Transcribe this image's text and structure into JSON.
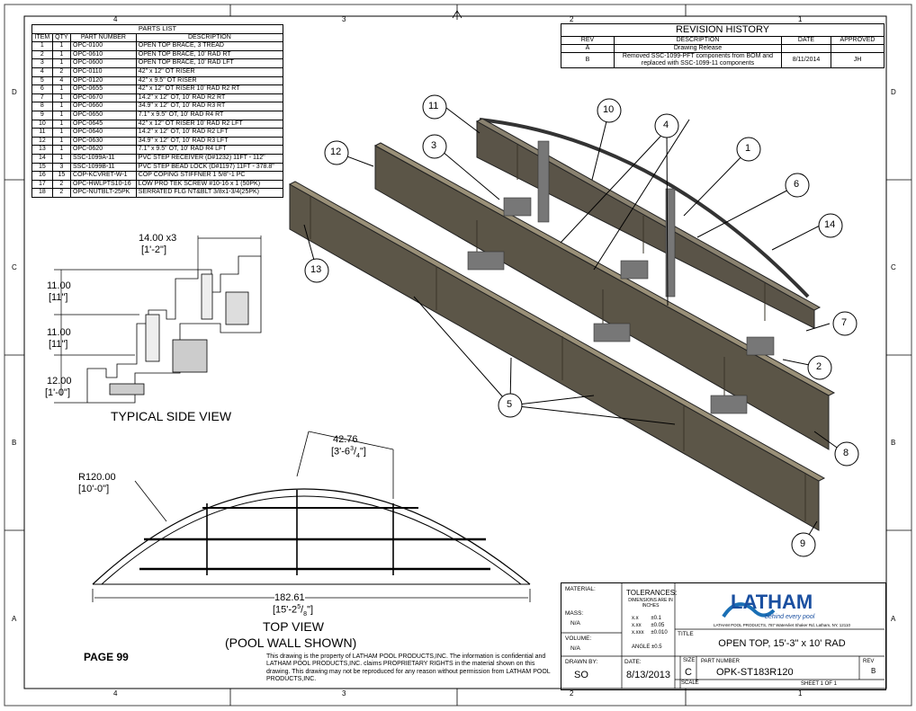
{
  "border": {
    "columns_top": [
      "4",
      "3",
      "2",
      "1"
    ],
    "columns_bottom": [
      "4",
      "3",
      "2",
      "1"
    ],
    "rows_left": [
      "D",
      "C",
      "B",
      "A"
    ],
    "rows_right": [
      "D",
      "C",
      "B",
      "A"
    ]
  },
  "parts_list": {
    "title": "PARTS LIST",
    "headers": [
      "ITEM",
      "QTY",
      "PART NUMBER",
      "DESCRIPTION"
    ],
    "rows": [
      [
        "1",
        "1",
        "OPC-0100",
        "OPEN TOP BRACE, 3 TREAD"
      ],
      [
        "2",
        "1",
        "OPC-0610",
        "OPEN TOP BRACE, 10' RAD RT"
      ],
      [
        "3",
        "1",
        "OPC-0600",
        "OPEN TOP BRACE, 10' RAD LFT"
      ],
      [
        "4",
        "2",
        "OPC-0110",
        "42\" x 12\" OT RISER"
      ],
      [
        "5",
        "4",
        "OPC-0120",
        "42\" x 9.5\" OT RISER"
      ],
      [
        "6",
        "1",
        "OPC-0655",
        "42\" x 12\" OT RISER 10' RAD R2 RT"
      ],
      [
        "7",
        "1",
        "OPC-0670",
        "14.2\" x 12\" OT, 10' RAD R2 RT"
      ],
      [
        "8",
        "1",
        "OPC-0660",
        "34.9\" x 12\" OT, 10' RAD R3 RT"
      ],
      [
        "9",
        "1",
        "OPC-0650",
        "7.1\" x 9.5\" OT, 10' RAD R4 RT"
      ],
      [
        "10",
        "1",
        "OPC-0645",
        "42\" x 12\" OT RISER 10' RAD R2 LFT"
      ],
      [
        "11",
        "1",
        "OPC-0640",
        "14.2\" x 12\" OT, 10' RAD R2 LFT"
      ],
      [
        "12",
        "1",
        "OPC-0630",
        "34.9\" x 12\" OT, 10' RAD R3 LFT"
      ],
      [
        "13",
        "1",
        "OPC-0620",
        "7.1\" x 9.5\" OT, 10' RAD R4 LFT"
      ],
      [
        "14",
        "1",
        "SSC-1099A-11",
        "PVC STEP RECEIVER (D#1232) 11FT - 112\""
      ],
      [
        "15",
        "3",
        "SSC-1099B-11",
        "PVC STEP BEAD LOCK (D#1197) 11FT - 378.8\""
      ],
      [
        "16",
        "15",
        "COP-KCVRET-W-1",
        "COP COPING STIFFNER 1 5/8\"-1 PC"
      ],
      [
        "17",
        "2",
        "OPC-HWLPTS10-16",
        "LOW PRO TEK SCREW #10-16 x 1 (50PK)"
      ],
      [
        "18",
        "2",
        "OPC-NUTBLT-25PK",
        "SERRATED FLG NT&BLT 3/8x1-3/4(25PK)"
      ]
    ]
  },
  "revision_history": {
    "title": "REVISION HISTORY",
    "headers": [
      "REV",
      "DESCRIPTION",
      "DATE",
      "APPROVED"
    ],
    "rows": [
      {
        "rev": "A",
        "description": "Drawing Release",
        "date": "",
        "approved": ""
      },
      {
        "rev": "B",
        "description": "Removed SSC-1099-PFT components from BOM and replaced with SSC-1099-11 components",
        "date": "8/11/2014",
        "approved": "JH"
      }
    ]
  },
  "side_view": {
    "title": "TYPICAL SIDE VIEW",
    "dim_width": "14.00 x3",
    "dim_width_ft": "[1'-2\"]",
    "dim_h1": "11.00",
    "dim_h1_ft": "[11\"]",
    "dim_h2": "11.00",
    "dim_h2_ft": "[11\"]",
    "dim_h3": "12.00",
    "dim_h3_ft": "[1'-0\"]"
  },
  "top_view": {
    "title": "TOP VIEW",
    "subtitle": "(POOL WALL SHOWN)",
    "radius": "R120.00",
    "radius_ft": "[10'-0\"]",
    "chord": "42.76",
    "chord_ft_prefix": "[3'-6",
    "chord_ft_num": "3",
    "chord_ft_den": "4",
    "chord_ft_suffix": "\"]",
    "width": "182.61",
    "width_ft_prefix": "[15'-2",
    "width_ft_num": "5",
    "width_ft_den": "8",
    "width_ft_suffix": "\"]"
  },
  "balloons": [
    "1",
    "2",
    "3",
    "4",
    "5",
    "6",
    "7",
    "8",
    "9",
    "10",
    "11",
    "12",
    "13",
    "14"
  ],
  "page_label": "PAGE 99",
  "disclaimer": "This drawing is the property of LATHAM POOL PRODUCTS,INC. The information is confidential and LATHAM POOL PRODUCTS,INC. claims PROPRIETARY RIGHTS in the material shown on this drawing. This drawing may not be reproduced for any reason without permission from LATHAM POOL PRODUCTS,INC.",
  "title_block": {
    "material_label": "MATERIAL:",
    "mass_label": "MASS:",
    "mass_value": "N/A",
    "volume_label": "VOLUME:",
    "volume_value": "N/A",
    "tolerances_title": "TOLERANCES:",
    "tolerances_note": "DIMENSIONS ARE IN INCHES",
    "tol_rows": [
      [
        "x.x",
        "±0.1"
      ],
      [
        "x.xx",
        "±0.05"
      ],
      [
        "x.xxx",
        "±0.010"
      ]
    ],
    "angle": "ANGLE  ±0.5",
    "drawn_by_label": "DRAWN BY:",
    "drawn_by": "SO",
    "date_label": "DATE:",
    "date": "8/13/2013",
    "size_label": "SIZE",
    "size": "C",
    "scale_label": "SCALE",
    "part_number_label": "PART NUMBER",
    "part_number": "OPK-ST183R120",
    "rev_label": "REV",
    "rev": "B",
    "title_label": "TITLE",
    "title": "OPEN TOP, 15'-3\" x 10' RAD",
    "sheet": "SHEET 1  OF 1",
    "logo_text": "LATHAM",
    "logo_tagline": "behind every pool",
    "address": "LATHAM POOL PRODUCTS, 787 Watervliet Shaker Rd, Latham, NY, 12110"
  }
}
